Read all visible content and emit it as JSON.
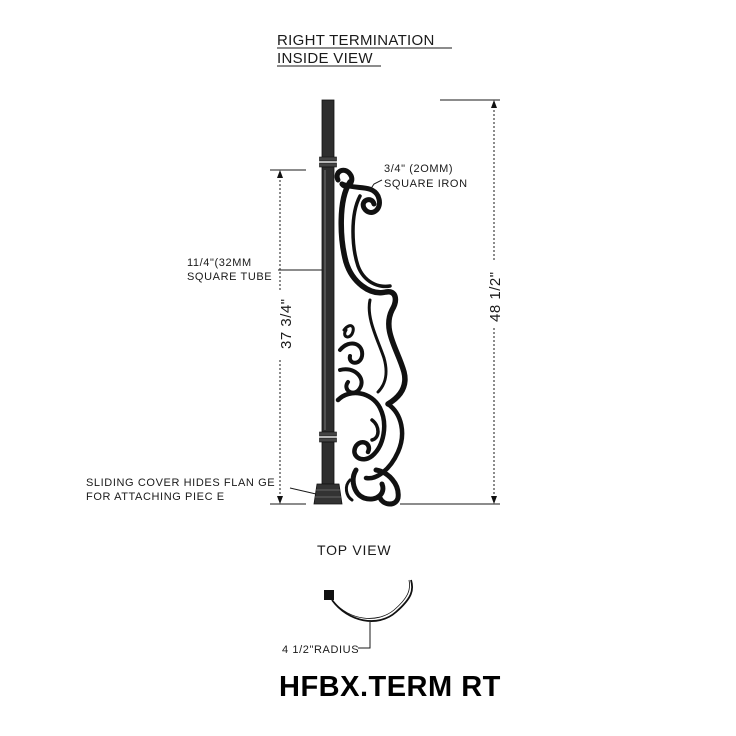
{
  "view_title_line1": "RIGHT TERMINATION",
  "view_title_line2": "INSIDE VIEW",
  "iron_label_line1": "3/4\" (2OMM)",
  "iron_label_line2": "SQUARE IRON",
  "tube_label_line1": "11/4\"(32MM",
  "tube_label_line2": "SQUARE TUBE",
  "height_post_label": "37 3/4\"",
  "height_total_label": "48 1/2\"",
  "cover_label_line1": "SLIDING COVER HIDES FLAN GE",
  "cover_label_line2": "FOR ATTACHING PIEC E",
  "top_view_title": "TOP VIEW",
  "radius_label": "4 1/2\"RADIUS",
  "model_code": "HFBX.TERM RT"
}
